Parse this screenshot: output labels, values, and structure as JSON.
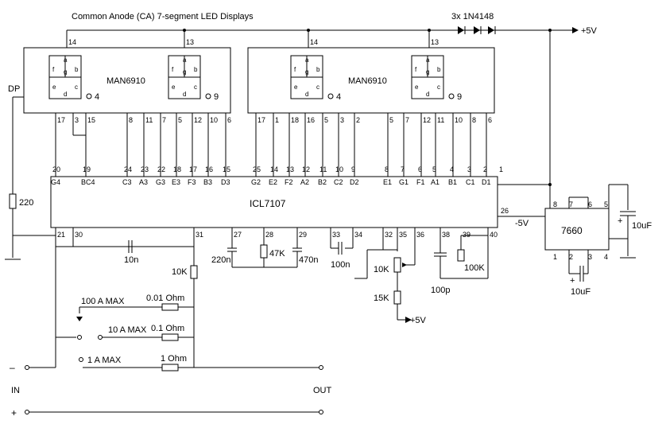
{
  "title": "Common Anode (CA)  7-segment LED Displays",
  "diodes_label": "3x 1N4148",
  "plus5v": "+5V",
  "minus5v": "-5V",
  "display_part": "MAN6910",
  "display_left_pins_top": [
    "14",
    "13"
  ],
  "display_pin4": "4",
  "display_pin9": "9",
  "segment_letters": [
    "a",
    "f",
    "g",
    "b",
    "e",
    "d",
    "c"
  ],
  "left_display_bottom_pins": [
    "17",
    "3",
    "15",
    "8",
    "11",
    "7",
    "5",
    "12",
    "10",
    "6"
  ],
  "right_display_bottom_pins": [
    "17",
    "1",
    "18",
    "16",
    "5",
    "3",
    "2",
    "5",
    "7",
    "12",
    "11",
    "10",
    "8",
    "6"
  ],
  "ic_name": "ICL7107",
  "ic_top_pins": [
    "20",
    "19",
    "24",
    "23",
    "22",
    "18",
    "17",
    "16",
    "15",
    "25",
    "14",
    "13",
    "12",
    "11",
    "10",
    "9",
    "8",
    "7",
    "6",
    "5",
    "4",
    "3",
    "2",
    "1"
  ],
  "ic_top_names": [
    "G4",
    "BC4",
    "C3",
    "A3",
    "G3",
    "E3",
    "F3",
    "B3",
    "D3",
    "G2",
    "E2",
    "F2",
    "A2",
    "B2",
    "C2",
    "D2",
    "E1",
    "G1",
    "F1",
    "A1",
    "B1",
    "C1",
    "D1"
  ],
  "ic_bottom_pins": [
    "21",
    "30",
    "31",
    "27",
    "28",
    "29",
    "33",
    "34",
    "32",
    "35",
    "36",
    "38",
    "39",
    "40"
  ],
  "pin26": "26",
  "dp_label": "DP",
  "r_dp": "220",
  "c_10n": "10n",
  "r_10k_a": "10K",
  "r_47k": "47K",
  "c_220n": "220n",
  "c_470n": "470n",
  "c_100n": "100n",
  "r_10k_pot": "10K",
  "r_15k": "15K",
  "c_100p": "100p",
  "r_100k": "100K",
  "conv_name": "7660",
  "conv_pins": [
    "8",
    "7",
    "6",
    "5",
    "1",
    "2",
    "3",
    "4"
  ],
  "c_10uf_a": "10uF",
  "c_10uf_b": "10uF",
  "range_100a": "100 A MAX",
  "range_10a": "10 A MAX",
  "range_1a": "1 A MAX",
  "shunt_001": "0.01 Ohm",
  "shunt_01": "0.1 Ohm",
  "shunt_1": "1 Ohm",
  "minus_label": "–",
  "plus_label": "+",
  "in_label": "IN",
  "out_label": "OUT"
}
